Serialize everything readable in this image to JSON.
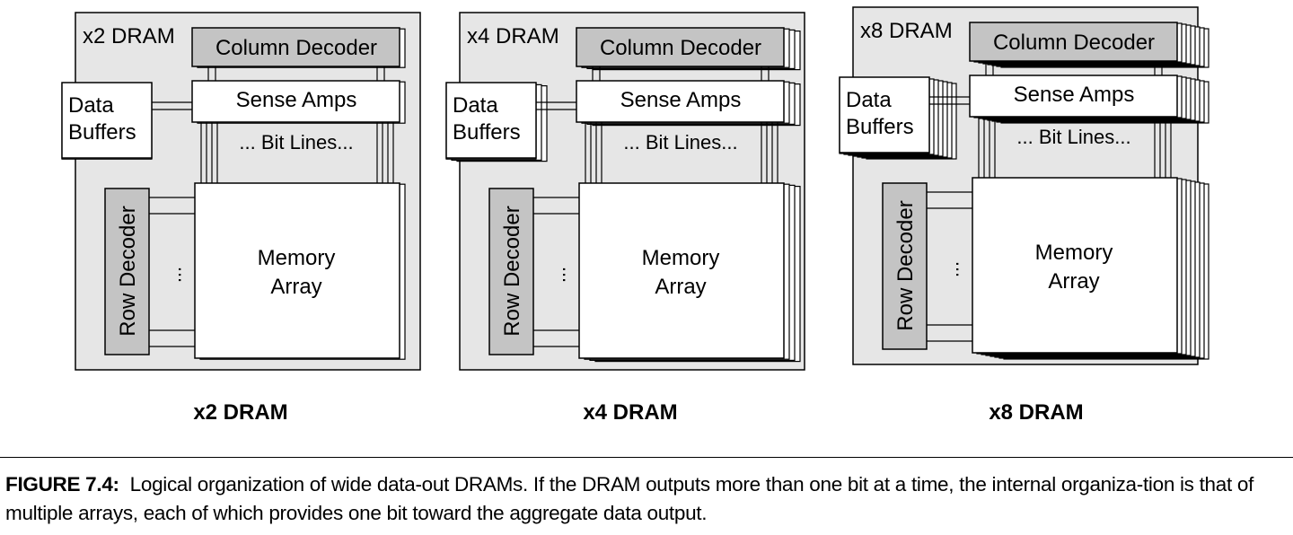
{
  "panels": [
    {
      "title": "x2 DRAM",
      "sub_caption": "x2 DRAM",
      "labels": {
        "column_decoder": "Column Decoder",
        "sense_amps": "Sense Amps",
        "bit_lines": "... Bit Lines...",
        "data_buffers_1": "Data",
        "data_buffers_2": "Buffers",
        "row_decoder": "Row Decoder",
        "row_dots": "...",
        "memory_array_1": "Memory",
        "memory_array_2": "Array"
      }
    },
    {
      "title": "x4 DRAM",
      "sub_caption": "x4 DRAM",
      "labels": {
        "column_decoder": "Column Decoder",
        "sense_amps": "Sense Amps",
        "bit_lines": "... Bit Lines...",
        "data_buffers_1": "Data",
        "data_buffers_2": "Buffers",
        "row_decoder": "Row Decoder",
        "row_dots": "...",
        "memory_array_1": "Memory",
        "memory_array_2": "Array"
      }
    },
    {
      "title": "x8 DRAM",
      "sub_caption": "x8 DRAM",
      "labels": {
        "column_decoder": "Column Decoder",
        "sense_amps": "Sense Amps",
        "bit_lines": "... Bit Lines...",
        "data_buffers_1": "Data",
        "data_buffers_2": "Buffers",
        "row_decoder": "Row Decoder",
        "row_dots": "...",
        "memory_array_1": "Memory",
        "memory_array_2": "Array"
      }
    }
  ],
  "caption": {
    "label": "FIGURE 7.4:",
    "text": "Logical organization of wide data-out DRAMs. If the DRAM outputs more than one bit at a time, the internal organiza-tion is that of multiple arrays, each of which provides one bit toward the aggregate data output."
  },
  "colors": {
    "panel_fill": "#e6e6e6",
    "decoder_fill": "#c4c4c4",
    "box_fill": "#ffffff",
    "stroke": "#000000"
  }
}
